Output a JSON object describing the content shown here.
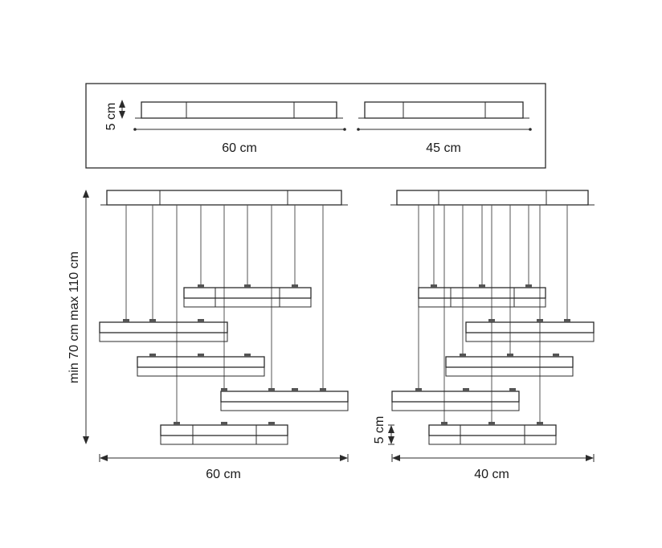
{
  "diagram": {
    "top_view": {
      "width_left_label": "60 cm",
      "width_right_label": "45 cm",
      "height_label": "5 cm"
    },
    "front_view": {
      "height_label": "min 70 cm max 110 cm",
      "width_label": "60 cm"
    },
    "side_view": {
      "panel_height_label": "5 cm",
      "width_label": "40 cm"
    },
    "colors": {
      "line": "#2b2b2b",
      "background": "#ffffff"
    }
  }
}
